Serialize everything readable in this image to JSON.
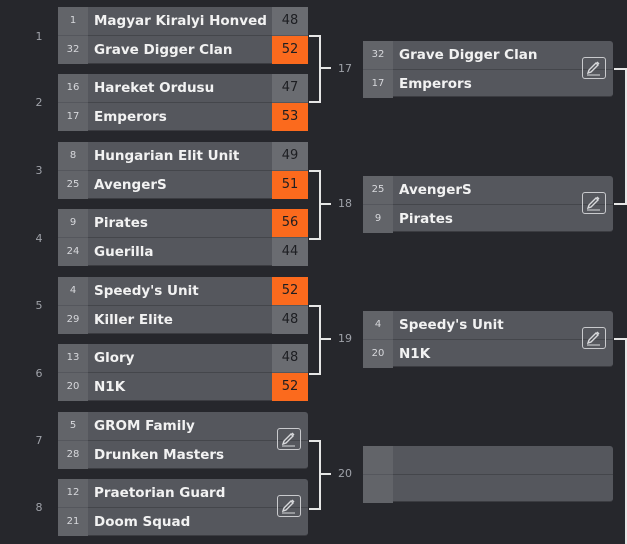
{
  "round1": [
    {
      "label": "1",
      "top": {
        "seed": "1",
        "name": "Magyar Kiralyi Honved Legio",
        "score": "48",
        "win": false
      },
      "bottom": {
        "seed": "32",
        "name": "Grave Digger Clan",
        "score": "52",
        "win": true
      }
    },
    {
      "label": "2",
      "top": {
        "seed": "16",
        "name": "Hareket Ordusu",
        "score": "47",
        "win": false
      },
      "bottom": {
        "seed": "17",
        "name": "Emperors",
        "score": "53",
        "win": true
      }
    },
    {
      "label": "3",
      "top": {
        "seed": "8",
        "name": "Hungarian Elit Unit",
        "score": "49",
        "win": false
      },
      "bottom": {
        "seed": "25",
        "name": "AvengerS",
        "score": "51",
        "win": true
      }
    },
    {
      "label": "4",
      "top": {
        "seed": "9",
        "name": "Pirates",
        "score": "56",
        "win": true
      },
      "bottom": {
        "seed": "24",
        "name": "Guerilla",
        "score": "44",
        "win": false
      }
    },
    {
      "label": "5",
      "top": {
        "seed": "4",
        "name": "Speedy's Unit",
        "score": "52",
        "win": true
      },
      "bottom": {
        "seed": "29",
        "name": "Killer Elite",
        "score": "48",
        "win": false
      }
    },
    {
      "label": "6",
      "top": {
        "seed": "13",
        "name": "Glory",
        "score": "48",
        "win": false
      },
      "bottom": {
        "seed": "20",
        "name": "N1K",
        "score": "52",
        "win": true
      }
    },
    {
      "label": "7",
      "top": {
        "seed": "5",
        "name": "GROM Family",
        "score": "",
        "win": false
      },
      "bottom": {
        "seed": "28",
        "name": "Drunken Masters",
        "score": "",
        "win": false
      },
      "edit": true
    },
    {
      "label": "8",
      "top": {
        "seed": "12",
        "name": "Praetorian Guard",
        "score": "",
        "win": false
      },
      "bottom": {
        "seed": "21",
        "name": "Doom Squad",
        "score": "",
        "win": false
      },
      "edit": true
    }
  ],
  "round2": [
    {
      "label": "17",
      "top": {
        "seed": "32",
        "name": "Grave Digger Clan"
      },
      "bottom": {
        "seed": "17",
        "name": "Emperors"
      },
      "edit": true
    },
    {
      "label": "18",
      "top": {
        "seed": "25",
        "name": "AvengerS"
      },
      "bottom": {
        "seed": "9",
        "name": "Pirates"
      },
      "edit": true
    },
    {
      "label": "19",
      "top": {
        "seed": "4",
        "name": "Speedy's Unit"
      },
      "bottom": {
        "seed": "20",
        "name": "N1K"
      },
      "edit": true
    },
    {
      "label": "20",
      "top": {
        "seed": "",
        "name": ""
      },
      "bottom": {
        "seed": "",
        "name": ""
      },
      "edit": false
    }
  ],
  "icons": {
    "edit": "edit-icon"
  },
  "colors": {
    "background": "#26272c",
    "card": "#55575d",
    "winner": "#fb6a1d",
    "connector": "#e6e6e6"
  }
}
